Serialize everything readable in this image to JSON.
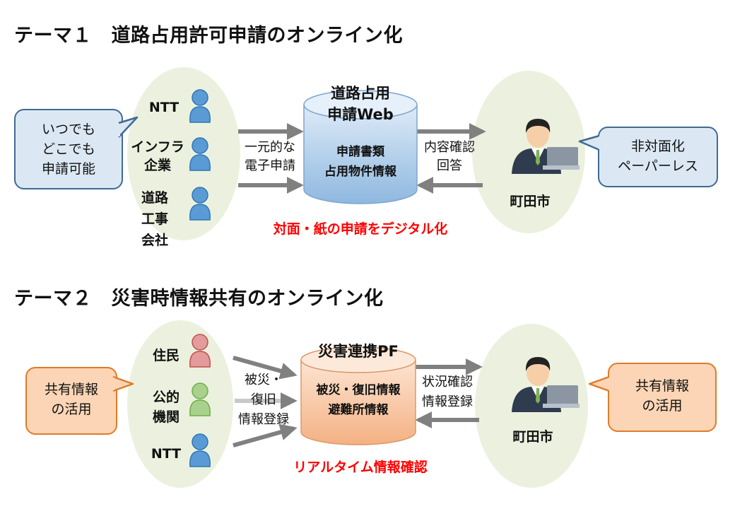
{
  "theme1": {
    "heading": "テーマ１　道路占用許可申請のオンライン化",
    "left_bubble": [
      "いつでも",
      "どこでも",
      "申請可能"
    ],
    "orgs": [
      "NTT",
      "インフラ",
      "企業",
      "道路",
      "工事",
      "会社"
    ],
    "left_arrow_label": [
      "一元的な",
      "電子申請"
    ],
    "db_title": [
      "道路占用",
      "申請Web"
    ],
    "db_text": [
      "申請書類",
      "占用物件情報"
    ],
    "right_arrow_label": [
      "内容確認",
      "回答"
    ],
    "city": "町田市",
    "right_bubble": [
      "非対面化",
      "ペーパーレス"
    ],
    "red_caption": "対面・紙の申請をデジタル化"
  },
  "theme2": {
    "heading": "テーマ２　災害時情報共有のオンライン化",
    "left_bubble": [
      "共有情報",
      "の活用"
    ],
    "orgs": [
      "住民",
      "公的",
      "機関",
      "NTT"
    ],
    "left_arrow_label": [
      "被災・",
      "復旧",
      "情報登録"
    ],
    "db_title": "災害連携PF",
    "db_text": [
      "被災・復旧情報",
      "避難所情報"
    ],
    "right_arrow_label": [
      "状況確認",
      "情報登録"
    ],
    "city": "町田市",
    "right_bubble": [
      "共有情報",
      "の活用"
    ],
    "red_caption": "リアルタイム情報確認"
  },
  "colors": {
    "person_blue": "#5b9bd5",
    "person_red": "#e39b9b",
    "person_green": "#a9d18e",
    "ellipse": "#ebf1de",
    "db_blue": "#9dc3e6",
    "db_orange": "#f8cbad",
    "arrow_gray": "#808080",
    "caption_red": "#ff0000"
  },
  "icons": [
    "person-icon",
    "office-worker-icon",
    "database-cylinder-icon",
    "arrow-icon"
  ]
}
